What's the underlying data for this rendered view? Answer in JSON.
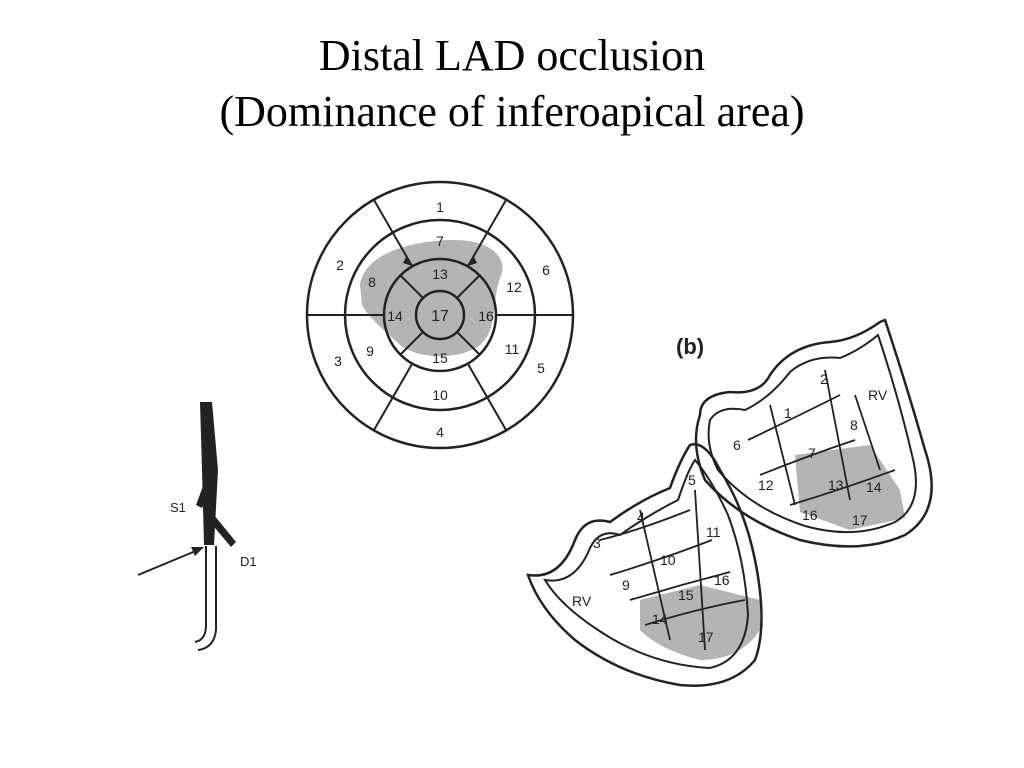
{
  "title": {
    "line1": "Distal LAD occlusion",
    "line2": "(Dominance of inferoapical area)"
  },
  "colors": {
    "background": "#ffffff",
    "ink": "#222222",
    "infarct_shade": "#b4b4b4"
  },
  "bullseye": {
    "outer_ring": [
      "1",
      "6",
      "5",
      "4",
      "3",
      "2"
    ],
    "middle_ring": [
      "7",
      "12",
      "11",
      "10",
      "9",
      "8"
    ],
    "inner_ring": [
      "13",
      "16",
      "15",
      "14"
    ],
    "apex": "17"
  },
  "coronary": {
    "branch_s1": "S1",
    "branch_d1": "D1"
  },
  "panel_b": {
    "label": "(b)",
    "upper_view": {
      "segments": [
        "1",
        "2",
        "8",
        "7",
        "6",
        "12",
        "13",
        "14",
        "16",
        "17"
      ],
      "rv_label": "RV"
    },
    "lower_view": {
      "segments": [
        "5",
        "4",
        "3",
        "11",
        "10",
        "9",
        "16",
        "15",
        "14",
        "17"
      ],
      "rv_label": "RV"
    }
  }
}
